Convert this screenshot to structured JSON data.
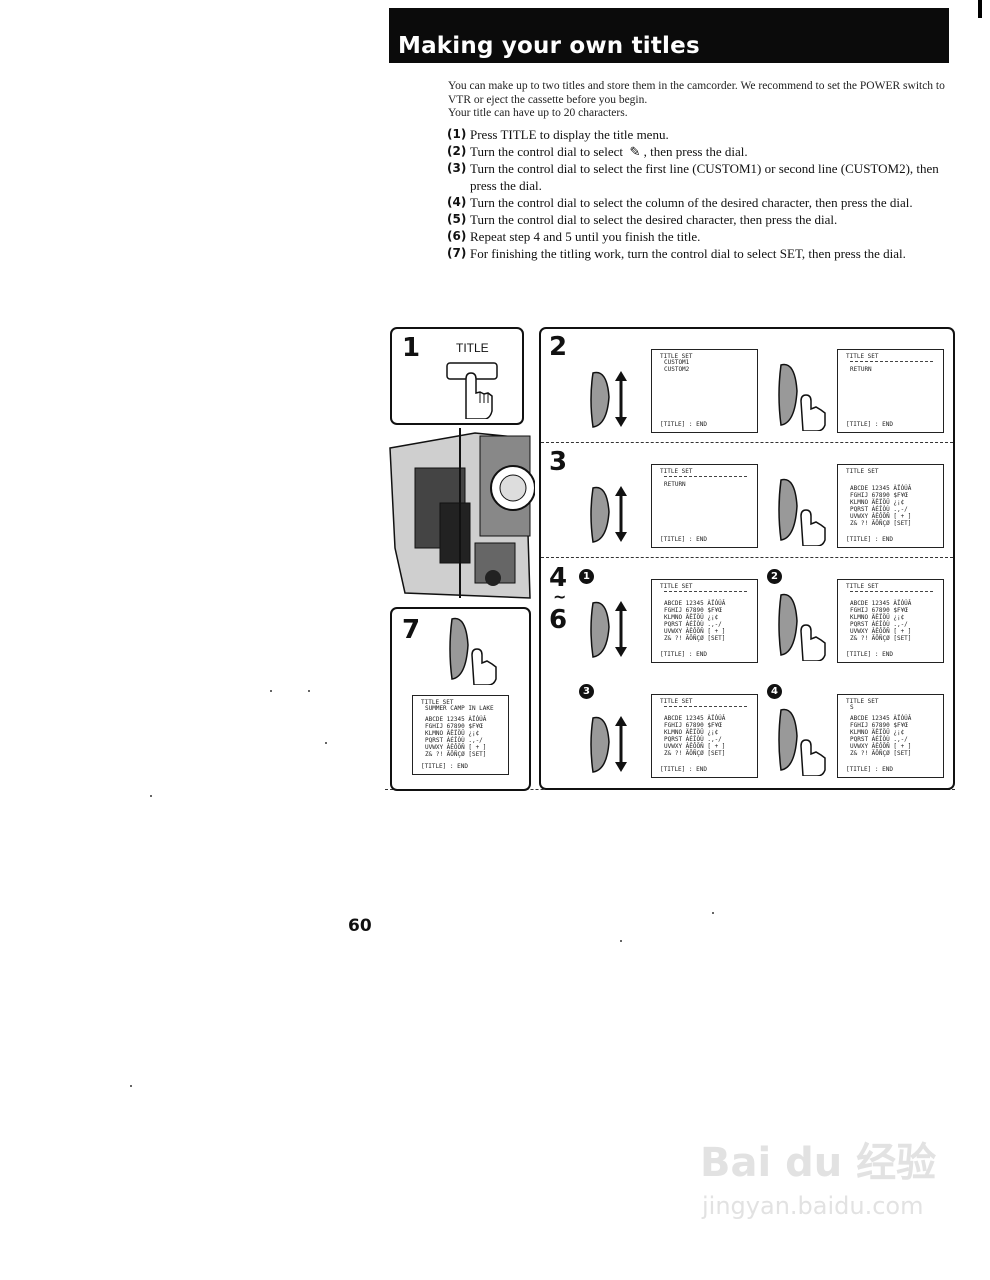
{
  "header": {
    "title": "Making your own titles"
  },
  "intro": [
    "You can make up to two titles and store them in the camcorder. We recommend to set the POWER switch to VTR or eject the cassette before you begin.",
    "Your title can have up to 20 characters."
  ],
  "steps": [
    {
      "num": "(1)",
      "text": "Press TITLE to display the title menu."
    },
    {
      "num": "(2)",
      "text": "Turn the control dial to select ⁠ ✎ , then press the dial."
    },
    {
      "num": "(3)",
      "text": "Turn the control dial to select the first line (CUSTOM1) or second line (CUSTOM2), then press the dial."
    },
    {
      "num": "(4)",
      "text": "Turn the control dial to select the column of the desired character, then press the dial."
    },
    {
      "num": "(5)",
      "text": "Turn the control dial to select the desired character, then press the dial."
    },
    {
      "num": "(6)",
      "text": "Repeat step 4 and 5 until you finish the title."
    },
    {
      "num": "(7)",
      "text": "For finishing the titling work, turn the control dial to select SET, then press the dial."
    }
  ],
  "figure": {
    "step1": {
      "num": "1",
      "button_label": "TITLE"
    },
    "step2": {
      "num": "2"
    },
    "step3": {
      "num": "3"
    },
    "step46": {
      "num_top": "4",
      "tilde": "~",
      "num_bottom": "6"
    },
    "step7": {
      "num": "7"
    },
    "circles": [
      "1",
      "2",
      "3",
      "4"
    ],
    "screen": {
      "title": "TITLE SET",
      "custom1": "CUSTOM1",
      "custom2": "CUSTOM2",
      "return": "RETURN",
      "end": "[TITLE] : END",
      "grid": "ABCDE 12345 ÀÏÓÚÂ\nFGHIJ 67890 $F¥Œ\nKLMNO ÄËÏÖÜ ¿¡¢\nPQRST ÀÉÎÒÙ .,-/\nUVWXY ÂÊÔÕÑ [ + ]\nZ& ?! ÃÕÑÇØ [SET]",
      "step6_entry": "S",
      "step7_entry": "SUMMER CAMP IN LAKE"
    }
  },
  "page_number": "60",
  "watermark": {
    "brand": "Bai du 经验",
    "url": "jingyan.baidu.com"
  }
}
